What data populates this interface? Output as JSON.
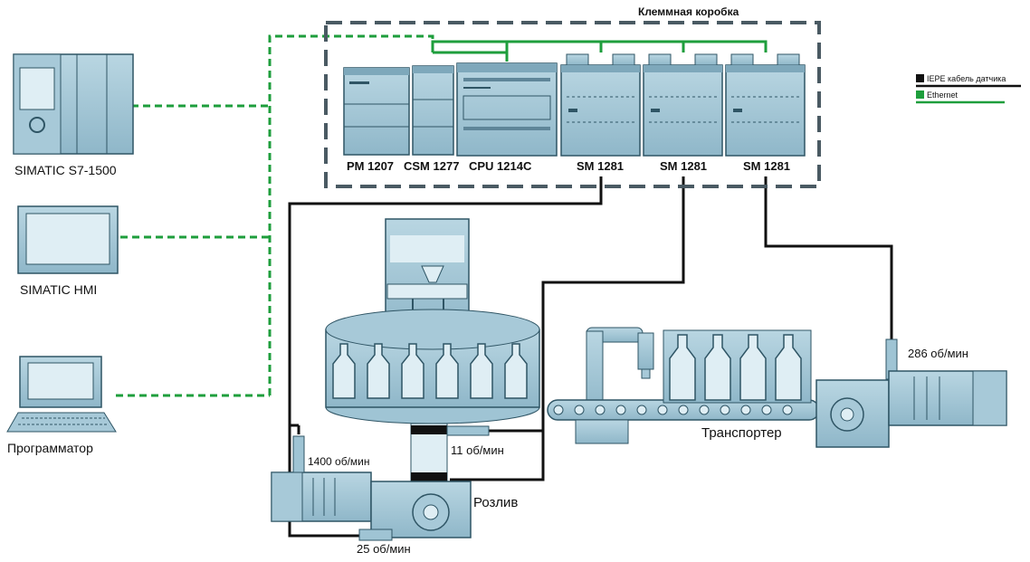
{
  "legend": {
    "iepe_label": "IEPE  кабель датчика",
    "ethernet_label": "Ethernet",
    "iepe_color": "#111111",
    "ethernet_color": "#1e9e3c"
  },
  "terminal_box": {
    "title": "Клеммная коробка"
  },
  "devices": {
    "s71500": "SIMATIC  S7-1500",
    "hmi": "SIMATIC  HMI",
    "programmer": "Программатор"
  },
  "modules": [
    "PM 1207",
    "CSM 1277",
    "CPU 1214C",
    "SM 1281",
    "SM 1281",
    "SM 1281"
  ],
  "speeds": {
    "motor_filler": "1400 об/мин",
    "filler_shaft": "11 об/мин",
    "gear_out": "25 об/мин",
    "conveyor_motor": "286 об/мин"
  },
  "stations": {
    "filling": "Розлив",
    "conveyor": "Транспортер"
  },
  "colors": {
    "equipment": "#9fc4d4",
    "equipment_dark": "#3d6477",
    "box_border": "#4a5a63"
  }
}
